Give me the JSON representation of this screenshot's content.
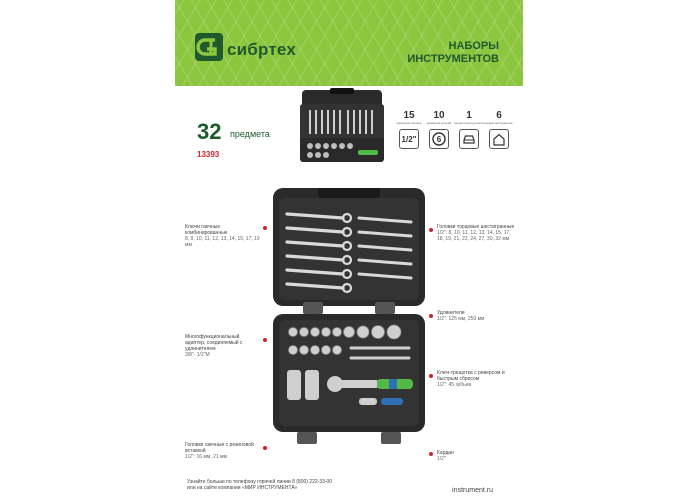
{
  "brand": {
    "name": "сибртех"
  },
  "category": {
    "line1": "НАБОРЫ",
    "line2": "ИНСТРУМЕНТОВ"
  },
  "product": {
    "count": "32",
    "count_word": "предмета",
    "article": "13393"
  },
  "specs": [
    {
      "number": "15",
      "desc": "размеров головок",
      "icon": "1/2\""
    },
    {
      "number": "10",
      "desc": "размеров ключей",
      "icon": "hex-6-icon"
    },
    {
      "number": "1",
      "desc": "трещоточная рукоятка",
      "icon": "car-icon"
    },
    {
      "number": "6",
      "desc": "видов инструмента",
      "icon": "house-icon"
    }
  ],
  "labels": {
    "wrenches": {
      "title": "Ключи гаечные комбинированные",
      "sizes": "8, 9, 10, 11, 12, 13, 14, 15, 17, 19 мм"
    },
    "sockets": {
      "title": "Головки торцевые шестигранные",
      "sizes": "1/2\": 8, 10, 11, 12, 13, 14, 15, 17, 18, 19, 21, 22, 24, 27, 30, 32 мм"
    },
    "adapter": {
      "title": "Многофункциональный адаптер, соединяемый с удлинителем",
      "sizes": "3/8\"- 1/2\"М"
    },
    "extensions": {
      "title": "Удлинители",
      "sizes": "1/2\": 125 мм, 250 мм"
    },
    "ratchet": {
      "title": "Ключ-трещотка с реверсом и быстрым сбросом",
      "sizes": "1/2\": 45 зубьев"
    },
    "spark": {
      "title": "Головки свечные с резиновой вставкой",
      "sizes": "1/2\": 16 мм, 21 мм"
    },
    "joint": {
      "title": "Кардан",
      "sizes": "1/2\""
    }
  },
  "footer": {
    "line1": "Узнайте больше по телефону горячей линии 8 (800) 222-33-00",
    "line2": "или на сайте компании «МИР ИНСТРУМЕНТА»",
    "site": "instrument.ru"
  },
  "colors": {
    "brand_green": "#8cc63f",
    "dark_green": "#1f5a2d",
    "accent_red": "#d2232a",
    "case_black": "#2a2a2a"
  }
}
